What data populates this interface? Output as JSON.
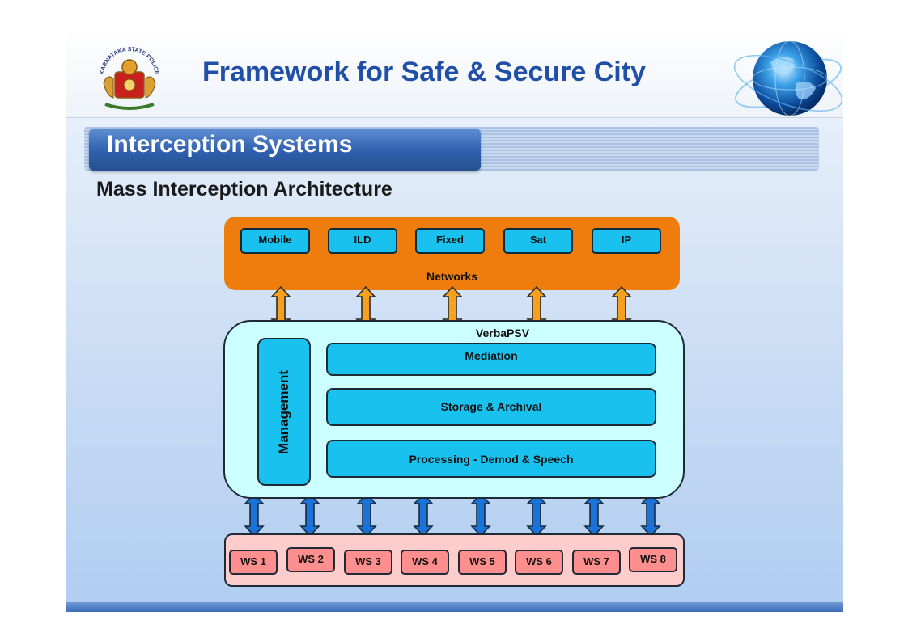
{
  "header": {
    "title": "Framework for Safe & Secure City",
    "emblem_text": "KARNATAKA STATE POLICE"
  },
  "section": {
    "title": "Interception Systems",
    "subtitle": "Mass Interception Architecture"
  },
  "diagram": {
    "networks": {
      "label": "Networks",
      "items": [
        "Mobile",
        "ILD",
        "Fixed",
        "Sat",
        "IP"
      ]
    },
    "platform": {
      "label": "VerbaPSV",
      "management": "Management",
      "layers": [
        "Mediation",
        "Storage & Archival",
        "Processing - Demod & Speech"
      ]
    },
    "workstations": [
      "WS 1",
      "WS 2",
      "WS 3",
      "WS 4",
      "WS 5",
      "WS 6",
      "WS 7",
      "WS 8"
    ]
  },
  "colors": {
    "title_blue": "#1f4fa6",
    "networks_orange": "#ee7d0e",
    "module_cyan": "#19c2ee",
    "platform_bg": "#ccffff",
    "ws_bg": "#ffcccc",
    "ws_button": "#ff8f8f",
    "arrow_orange": "#f5a020",
    "arrow_blue": "#1a73d9"
  }
}
